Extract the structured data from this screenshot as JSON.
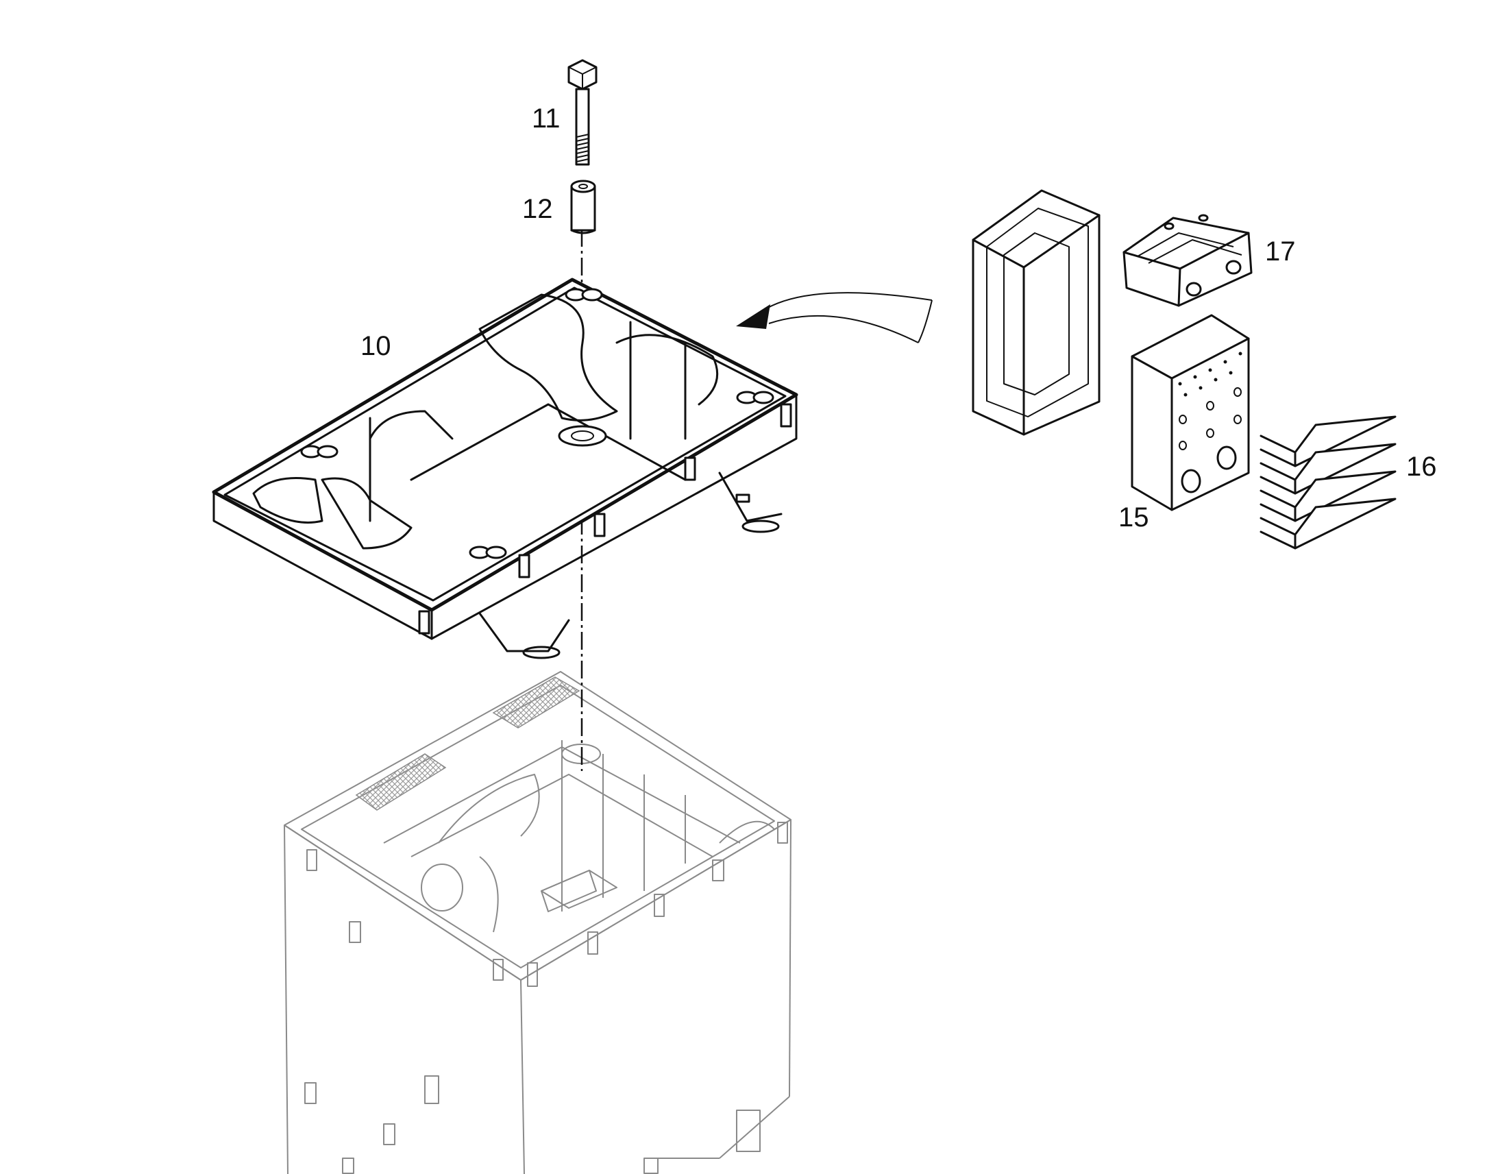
{
  "callouts": {
    "frame": "10",
    "bolt": "11",
    "spacer": "12",
    "block": "15",
    "shims": "16",
    "clamp": "17"
  },
  "colors": {
    "line": "#111111",
    "ghost": "#8a8a8a",
    "background": "#ffffff"
  }
}
